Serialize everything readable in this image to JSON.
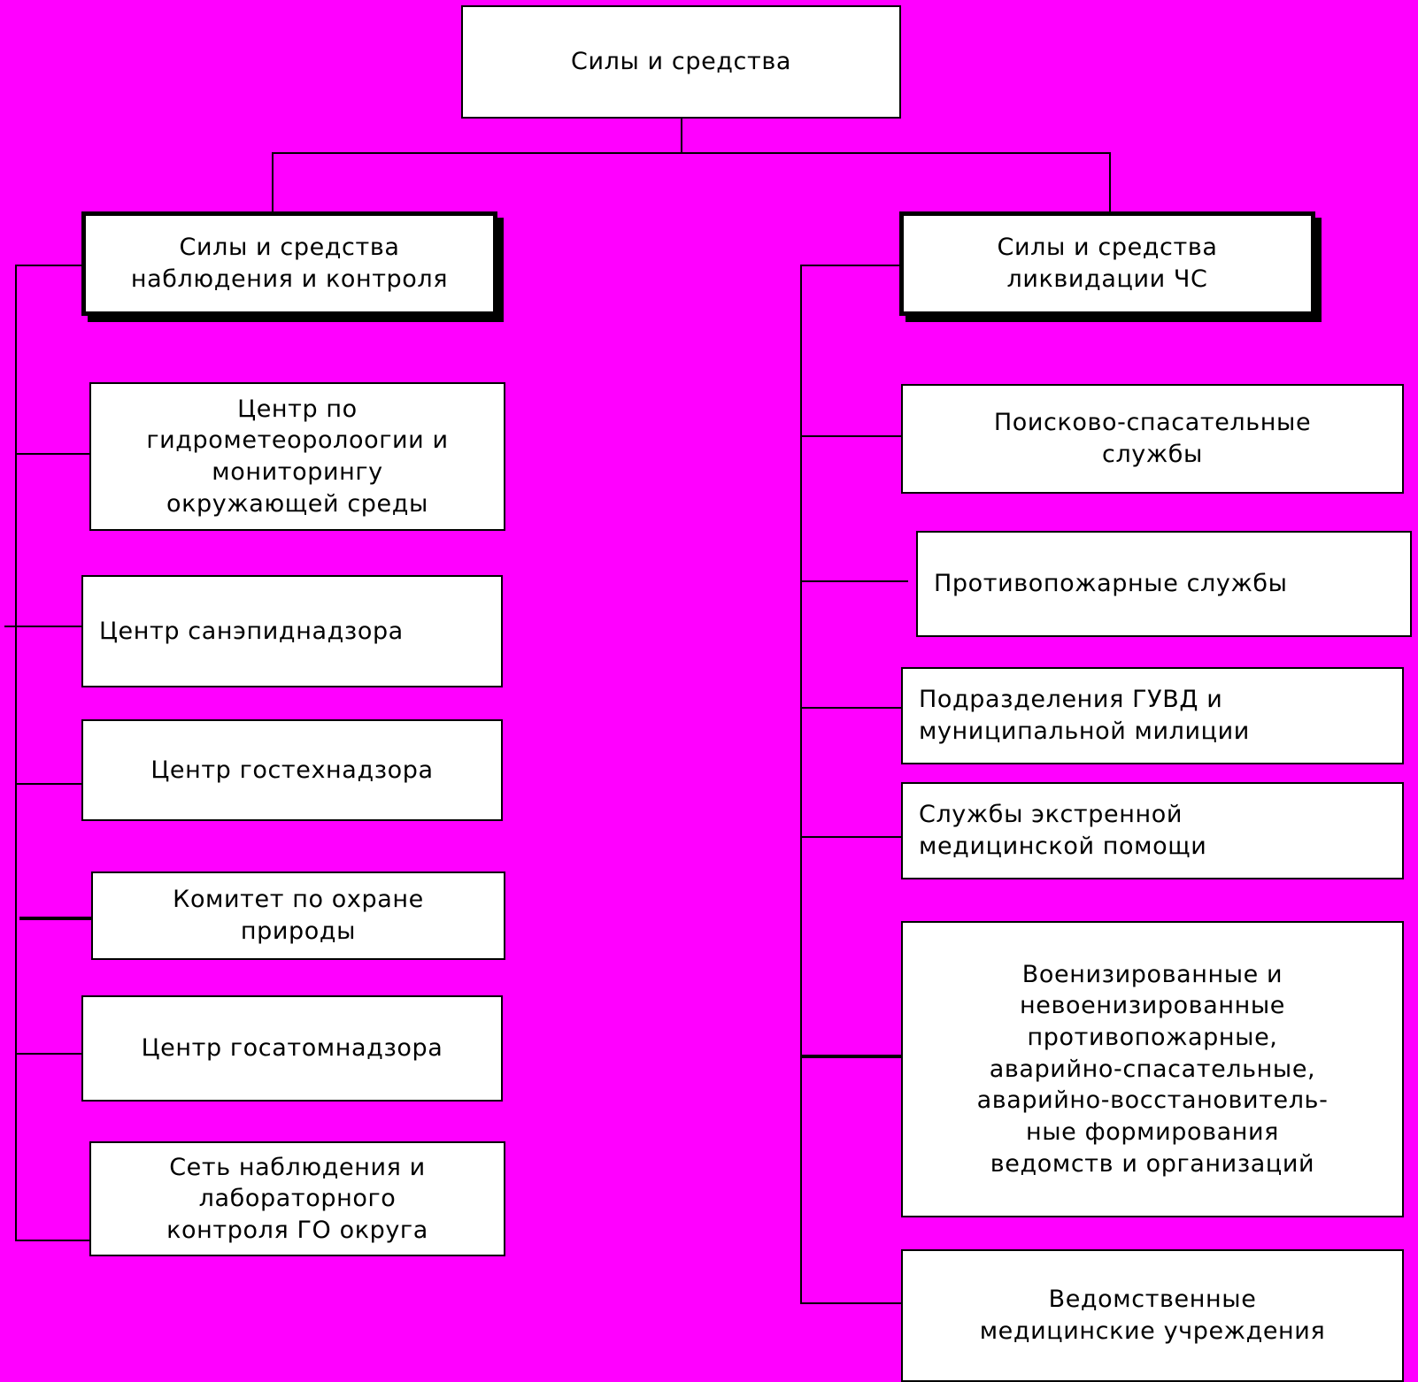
{
  "diagram": {
    "title": "Силы и средства",
    "background_color": "#FF00FF",
    "box_fill_color": "#FFFFFF",
    "line_color": "#000000",
    "root": {
      "label": "Силы и средства"
    },
    "branches": [
      {
        "header": "Силы и средства\nнаблюдения и контроля",
        "children": [
          {
            "label": "Центр по\nгидрометеоролоогии и\nмониторингу\nокружающей среды",
            "align": "center"
          },
          {
            "label": "Центр санэпиднадзора",
            "align": "left"
          },
          {
            "label": "Центр гостехнадзора",
            "align": "center"
          },
          {
            "label": "Комитет по охране\nприроды",
            "align": "center"
          },
          {
            "label": "Центр госатомнадзора",
            "align": "center"
          },
          {
            "label": "Сеть наблюдения и\nлабораторного\nконтроля ГО округа",
            "align": "center"
          }
        ]
      },
      {
        "header": "Силы и средства\nликвидации ЧС",
        "children": [
          {
            "label": "Поисково-спасательные\nслужбы",
            "align": "center"
          },
          {
            "label": "Противопожарные службы",
            "align": "left"
          },
          {
            "label": "Подразделения ГУВД и\nмуниципальной милиции",
            "align": "left"
          },
          {
            "label": "Службы экстренной\nмедицинской помощи",
            "align": "left"
          },
          {
            "label": "Военизированные и\nневоенизированные\nпротивопожарные,\nаварийно-спасательные,\nаварийно-восстановитель-\nные формирования\nведомств и организаций",
            "align": "center"
          },
          {
            "label": "Ведомственные\nмедицинские учреждения",
            "align": "center"
          }
        ]
      }
    ]
  }
}
